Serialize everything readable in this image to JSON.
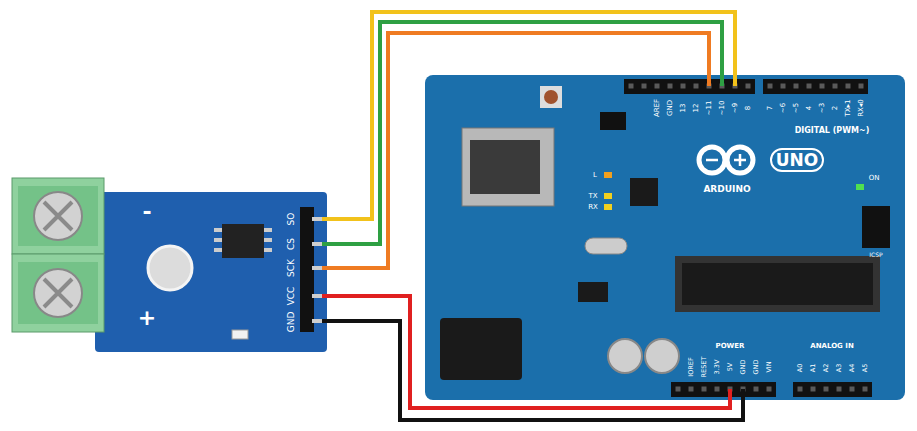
{
  "diagram": {
    "labels": [
      "-",
      "+",
      "GND",
      "VCC",
      "SCK",
      "CS",
      "SO",
      "AREF",
      "GND",
      "13",
      "12",
      "~11",
      "~10",
      "~9",
      "8",
      "7",
      "~6",
      "~5",
      "4",
      "~3",
      "2",
      "TX▸1",
      "RX◂0",
      "DIGITAL (PWM~)",
      "UNO",
      "ARDUINO",
      "L",
      "TX",
      "RX",
      "ON",
      "ICSP",
      "IOREF",
      "RESET",
      "3.3V",
      "5V",
      "GND",
      "GND",
      "VIN",
      "POWER",
      "ANALOG IN",
      "A0",
      "A1",
      "A2",
      "A3",
      "A4",
      "A5"
    ]
  }
}
